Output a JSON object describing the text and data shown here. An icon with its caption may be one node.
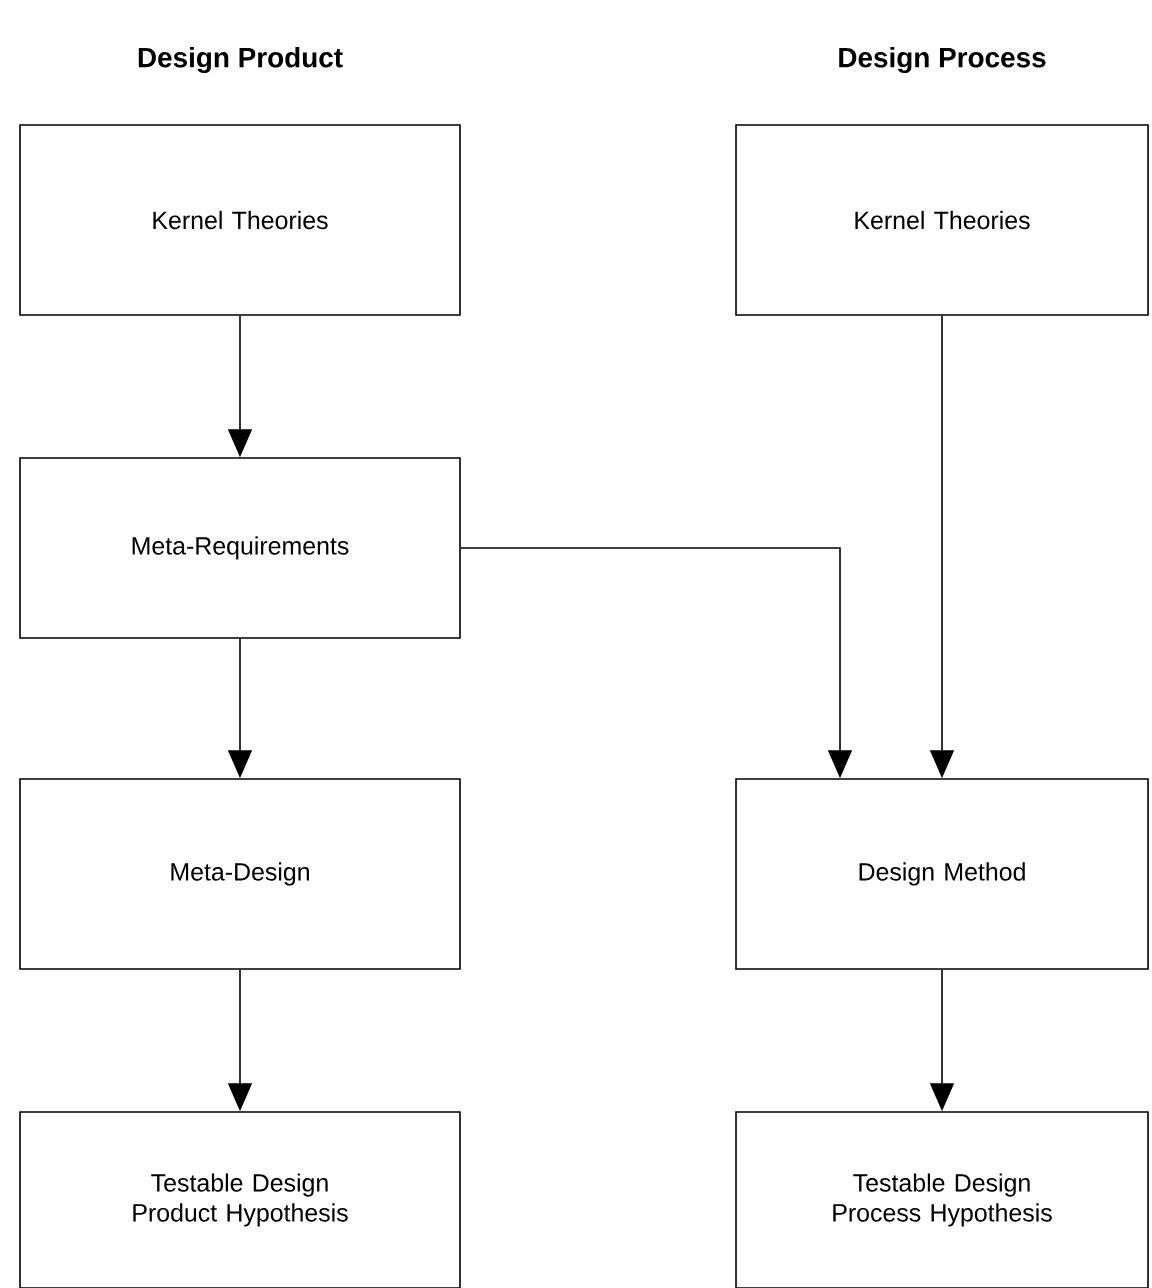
{
  "diagram": {
    "nodes": [
      {
        "text": [
          "Kernel Theories"
        ]
      },
      {
        "text": [
          "Kernel Theories"
        ]
      },
      {
        "text": [
          "Meta-Requirements"
        ]
      },
      {
        "text": [
          "Meta-Design"
        ]
      },
      {
        "text": [
          "Design Method"
        ]
      },
      {
        "text": [
          "Testable Design Product Hypothesis"
        ]
      },
      {
        "text": [
          "Testable Design Process Hypothesis"
        ]
      }
    ],
    "edges": [
      {
        "from": 0,
        "to": 2,
        "arrow": "to"
      },
      {
        "from": 1,
        "to": 4,
        "arrow": "to"
      },
      {
        "from": 2,
        "to": 3,
        "arrow": "to"
      },
      {
        "from": 2,
        "to": 4,
        "arrow": "to"
      },
      {
        "from": 3,
        "to": 5,
        "arrow": "to"
      },
      {
        "from": 4,
        "to": 6,
        "arrow": "to"
      }
    ],
    "labels": [
      "Design Product",
      "Design Process"
    ]
  }
}
